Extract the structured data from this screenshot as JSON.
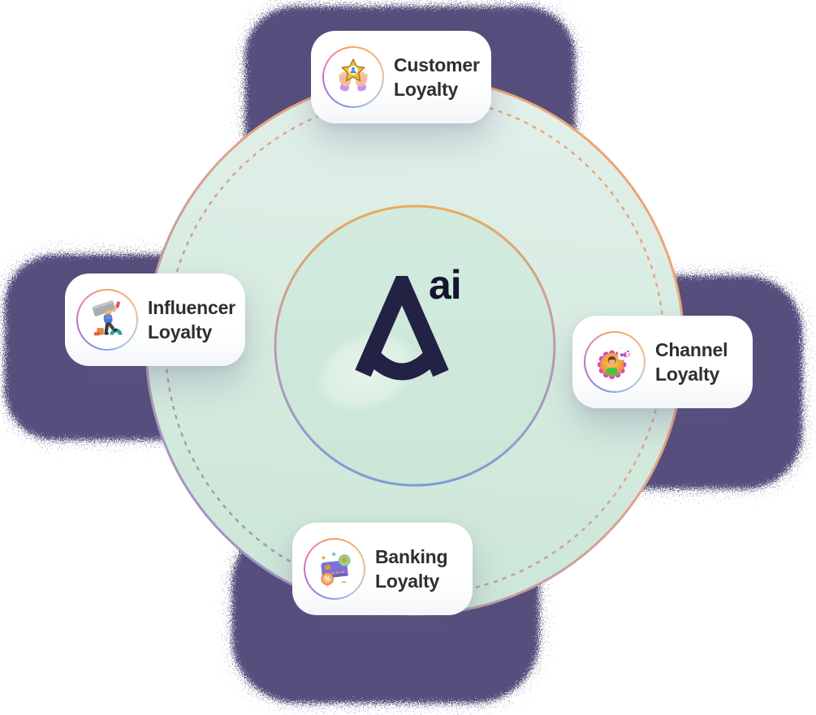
{
  "diagram": {
    "center": {
      "logo_icon": "letter-a-logo-icon",
      "logo_suffix": "ai"
    },
    "cards": [
      {
        "id": "customer-loyalty",
        "label": "Customer Loyalty",
        "icon": "hands-holding-star-icon"
      },
      {
        "id": "influencer-loyalty",
        "label": "Influencer Loyalty",
        "icon": "influencer-holding-sign-icon"
      },
      {
        "id": "channel-loyalty",
        "label": "Channel Loyalty",
        "icon": "avatar-megaphone-badge-icon"
      },
      {
        "id": "banking-loyalty",
        "label": "Banking Loyalty",
        "icon": "credit-card-discount-icon",
        "badge_text": "%"
      }
    ],
    "colors": {
      "blob_purple": "#524c7a",
      "circle_mint_light": "#e2f0ea",
      "circle_mint_dark": "#cbe6d7",
      "ring_orange": "#efa571",
      "ring_purple": "#9c92c8",
      "ring_blue": "#7e9ad7",
      "logo_navy": "#232144",
      "label_text": "#2f2e31",
      "card_bg": "#ffffff"
    }
  }
}
